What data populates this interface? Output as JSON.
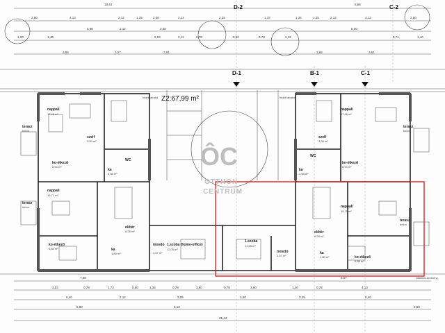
{
  "top_dimensions": {
    "row1": [
      "19,44",
      "8,88"
    ],
    "row2": [
      "2,50",
      "4,13",
      "2,12",
      "1,25",
      "2,00",
      "2,12",
      "2,25",
      "1,37",
      "1,25",
      "1,25",
      "2,12",
      "4,13",
      "2,50"
    ],
    "row3": [
      "5,80",
      "2,12",
      "3,05",
      "6,00"
    ],
    "row4": [
      "1,00",
      "1,40",
      "2,03",
      "2,12",
      "0,78",
      "3,60",
      "0,78",
      "2,12",
      "0,71",
      "1,40"
    ],
    "row5": [
      "3,86",
      "3,57",
      "3,91",
      "3,82",
      "3,61"
    ]
  },
  "area_label": "Z2:67,99 m²",
  "fixed_stair": "fedett átrakó",
  "sections": [
    "D-2",
    "C-2",
    "D-1",
    "B-1",
    "C-1"
  ],
  "rooms": [
    {
      "id": "nappali-left-top",
      "name": "nappali",
      "sub": "17,46 m²"
    },
    {
      "id": "nappali-right-top",
      "name": "nappali",
      "sub": "17,46 m²"
    },
    {
      "id": "terasz-left-top",
      "name": "terasz",
      "sub": "beton"
    },
    {
      "id": "terasz-right-top",
      "name": "terasz",
      "sub": "beton"
    },
    {
      "id": "szelf-left",
      "name": "szelf",
      "sub": "3,59 m²"
    },
    {
      "id": "szelf-right",
      "name": "szelf",
      "sub": "3,59 m²"
    },
    {
      "id": "konyha-left-top",
      "name": "ko-étkező",
      "sub": "8,94 m²"
    },
    {
      "id": "konyha-right-top",
      "name": "ko-étkező",
      "sub": "8,94 m²"
    },
    {
      "id": "wc-left",
      "name": "WC",
      "sub": ""
    },
    {
      "id": "wc-right",
      "name": "WC",
      "sub": ""
    },
    {
      "id": "ka-left",
      "name": "ka",
      "sub": "2,08 m²"
    },
    {
      "id": "ka-right",
      "name": "ka",
      "sub": "2,08 m²"
    },
    {
      "id": "nappali-left-bottom",
      "name": "nappali",
      "sub": "16,71 m²"
    },
    {
      "id": "nappali-right-bottom",
      "name": "nappali",
      "sub": "16,71 m²"
    },
    {
      "id": "terasz-left-bottom",
      "name": "terasz",
      "sub": "beton"
    },
    {
      "id": "terasz-right-bottom",
      "name": "terasz",
      "sub": "beton"
    },
    {
      "id": "eloter-left",
      "name": "előtér",
      "sub": "6,28 m²"
    },
    {
      "id": "eloter-right",
      "name": "előtér",
      "sub": "6,28 m²"
    },
    {
      "id": "szoba-homeoffice",
      "name": "1.szoba (home-office)",
      "sub": "12,05 m²"
    },
    {
      "id": "szoba-1",
      "name": "1.szoba",
      "sub": "12,05 m²"
    },
    {
      "id": "konyha-left-bottom",
      "name": "ko-étkező",
      "sub": "6,88 m²"
    },
    {
      "id": "konyha-right-bottom",
      "name": "ko-étkező",
      "sub": "6,88 m²"
    },
    {
      "id": "mosdo-left",
      "name": "mosdó",
      "sub": "3,57 m²"
    },
    {
      "id": "mosdo-right",
      "name": "mosdó",
      "sub": "3,57 m²"
    },
    {
      "id": "ka-left-bottom",
      "name": "ka",
      "sub": "1,80 m²"
    },
    {
      "id": "ka-right-bottom",
      "name": "ka",
      "sub": "1,80 m²"
    }
  ],
  "bottom_dimensions": {
    "row1": [
      "7,68",
      "6,07"
    ],
    "row2": [
      "3,53",
      "0,78",
      "1,73",
      "0,60",
      "1,33",
      "0,78",
      "3,60",
      "0,78",
      "3,60",
      "1,40",
      "0,78",
      "4,13"
    ],
    "row3": [
      "6,40",
      "2,12",
      "3,05",
      "3,60",
      "2,25",
      "6,40"
    ],
    "row4": [
      "5,80",
      "5,13",
      "2,50"
    ],
    "row5": [
      "25,44"
    ]
  },
  "logo": {
    "mark": "ÔC",
    "line1": "OTTHON",
    "line2": "CENTRUM"
  },
  "corner_note": "villamos szekrény",
  "highlight_color": "#e02020",
  "line_color": "#333333"
}
